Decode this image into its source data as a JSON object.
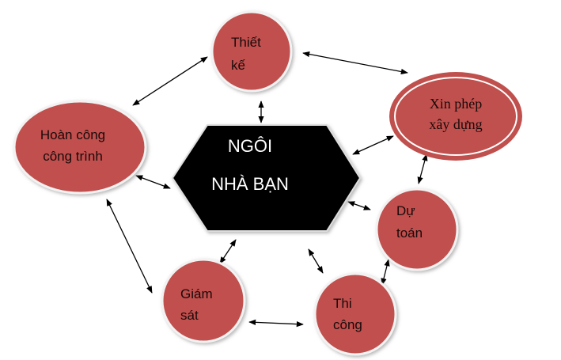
{
  "center": {
    "line1": "NGÔI",
    "line2": "NHÀ BẠN"
  },
  "nodes": {
    "design": {
      "line1": "Thiết",
      "line2": "kế"
    },
    "permit": {
      "line1": "Xin phép",
      "line2": "xây dựng"
    },
    "completion": {
      "line1": "Hoàn công",
      "line2": "công trình"
    },
    "estimate": {
      "line1": "Dự",
      "line2": "toán"
    },
    "construction": {
      "line1": "Thi",
      "line2": "công"
    },
    "supervision": {
      "line1": "Giám",
      "line2": "sát"
    }
  },
  "colors": {
    "node_fill": "#c0504d",
    "center_fill": "#000000"
  }
}
